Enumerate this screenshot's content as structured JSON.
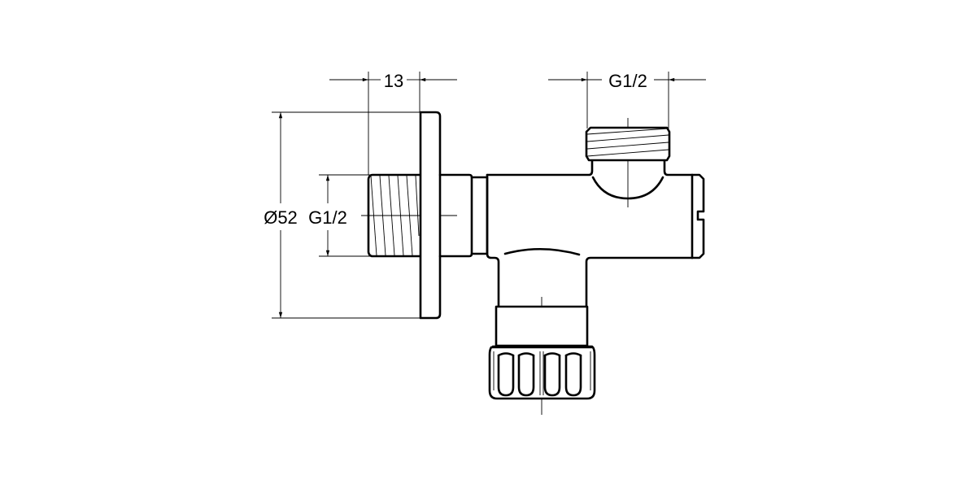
{
  "drawing": {
    "title": "Angle valve technical drawing",
    "background": "#ffffff",
    "line_color": "#000000"
  },
  "dimensions": {
    "flange_thickness": {
      "label": "13",
      "orientation": "horizontal"
    },
    "top_outlet_thread": {
      "label": "G1/2",
      "orientation": "horizontal"
    },
    "flange_diameter": {
      "label": "Ø52",
      "orientation": "vertical"
    },
    "inlet_thread": {
      "label": "G1/2",
      "orientation": "vertical"
    }
  },
  "components": [
    {
      "name": "inlet-threaded-nipple"
    },
    {
      "name": "wall-flange"
    },
    {
      "name": "valve-body"
    },
    {
      "name": "top-threaded-outlet"
    },
    {
      "name": "side-end-cap"
    },
    {
      "name": "lower-stem"
    },
    {
      "name": "knurled-handwheel"
    }
  ]
}
